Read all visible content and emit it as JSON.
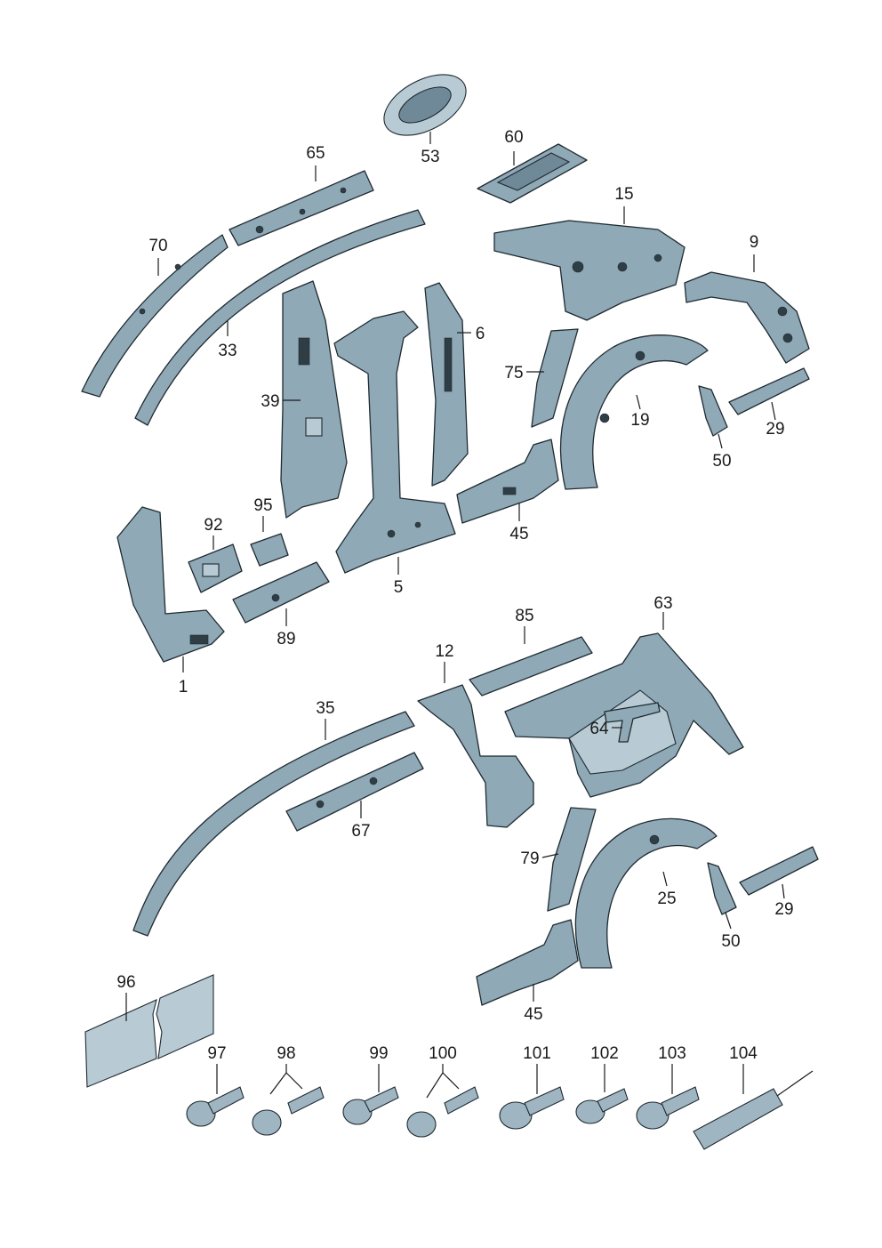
{
  "labels": [
    {
      "id": "53",
      "text": "53"
    },
    {
      "id": "60",
      "text": "60"
    },
    {
      "id": "65",
      "text": "65"
    },
    {
      "id": "15",
      "text": "15"
    },
    {
      "id": "70",
      "text": "70"
    },
    {
      "id": "9",
      "text": "9"
    },
    {
      "id": "6",
      "text": "6"
    },
    {
      "id": "33",
      "text": "33"
    },
    {
      "id": "75",
      "text": "75"
    },
    {
      "id": "39",
      "text": "39"
    },
    {
      "id": "19",
      "text": "19"
    },
    {
      "id": "29a",
      "text": "29"
    },
    {
      "id": "50a",
      "text": "50"
    },
    {
      "id": "92",
      "text": "92"
    },
    {
      "id": "95",
      "text": "95"
    },
    {
      "id": "45a",
      "text": "45"
    },
    {
      "id": "5",
      "text": "5"
    },
    {
      "id": "89",
      "text": "89"
    },
    {
      "id": "1",
      "text": "1"
    },
    {
      "id": "85",
      "text": "85"
    },
    {
      "id": "63",
      "text": "63"
    },
    {
      "id": "12",
      "text": "12"
    },
    {
      "id": "35",
      "text": "35"
    },
    {
      "id": "64",
      "text": "64"
    },
    {
      "id": "67",
      "text": "67"
    },
    {
      "id": "79",
      "text": "79"
    },
    {
      "id": "25",
      "text": "25"
    },
    {
      "id": "29b",
      "text": "29"
    },
    {
      "id": "50b",
      "text": "50"
    },
    {
      "id": "45b",
      "text": "45"
    },
    {
      "id": "96",
      "text": "96"
    },
    {
      "id": "97",
      "text": "97"
    },
    {
      "id": "98",
      "text": "98"
    },
    {
      "id": "99",
      "text": "99"
    },
    {
      "id": "100",
      "text": "100"
    },
    {
      "id": "101",
      "text": "101"
    },
    {
      "id": "102",
      "text": "102"
    },
    {
      "id": "103",
      "text": "103"
    },
    {
      "id": "104",
      "text": "104"
    }
  ],
  "colors": {
    "part_fill": "#8fa9b7",
    "part_outline": "#1f2a30",
    "label_text": "#1a1a1a"
  }
}
